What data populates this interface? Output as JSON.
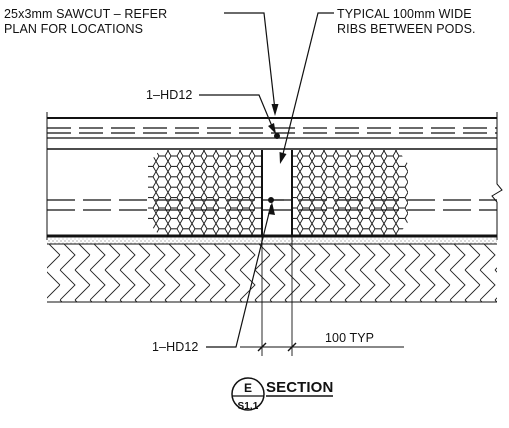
{
  "annotations": {
    "sawcut_line1": "25x3mm SAWCUT – REFER",
    "sawcut_line2": "PLAN FOR LOCATIONS",
    "ribs_line1": "TYPICAL 100mm WIDE",
    "ribs_line2": "RIBS BETWEEN PODS.",
    "top_bar": "1–HD12",
    "bottom_bar": "1–HD12",
    "rib_dimension": "100 TYP"
  },
  "section_marker": {
    "letter": "E",
    "sheet": "S1.1",
    "title": "SECTION"
  }
}
